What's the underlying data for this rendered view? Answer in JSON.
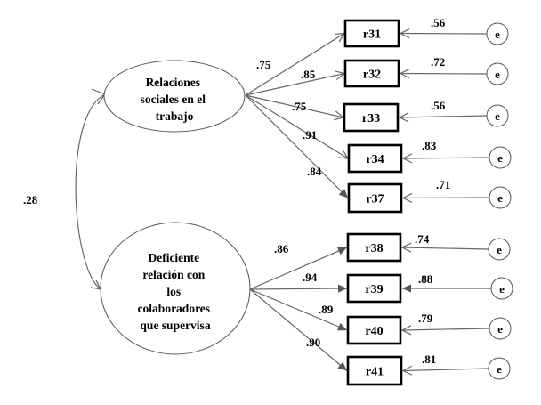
{
  "diagram": {
    "type": "structural equation model (confirmatory factor analysis)",
    "factor_correlation": ".28",
    "factors": [
      {
        "id": "f1",
        "label_lines": [
          "Relaciones",
          "sociales en el",
          "trabajo"
        ],
        "indicators": [
          {
            "item": "r31",
            "loading": ".75",
            "error_label": "e",
            "error_value": ".56"
          },
          {
            "item": "r32",
            "loading": ".85",
            "error_label": "e",
            "error_value": ".72"
          },
          {
            "item": "r33",
            "loading": ".75",
            "error_label": "e",
            "error_value": ".56"
          },
          {
            "item": "r34",
            "loading": ".91",
            "error_label": "e",
            "error_value": ".83"
          },
          {
            "item": "r37",
            "loading": ".84",
            "error_label": "e",
            "error_value": ".71"
          }
        ]
      },
      {
        "id": "f2",
        "label_lines": [
          "Deficiente",
          "relación con",
          "los",
          "colaboradores",
          "que supervisa"
        ],
        "indicators": [
          {
            "item": "r38",
            "loading": ".86",
            "error_label": "e",
            "error_value": ".74"
          },
          {
            "item": "r39",
            "loading": ".94",
            "error_label": "e",
            "error_value": ".88"
          },
          {
            "item": "r40",
            "loading": ".89",
            "error_label": "e",
            "error_value": ".79"
          },
          {
            "item": "r41",
            "loading": ".90",
            "error_label": "e",
            "error_value": ".81"
          }
        ]
      }
    ],
    "colors": {
      "path": "#666666",
      "box_border": "#000000",
      "text": "#000000",
      "background": "#ffffff"
    }
  }
}
